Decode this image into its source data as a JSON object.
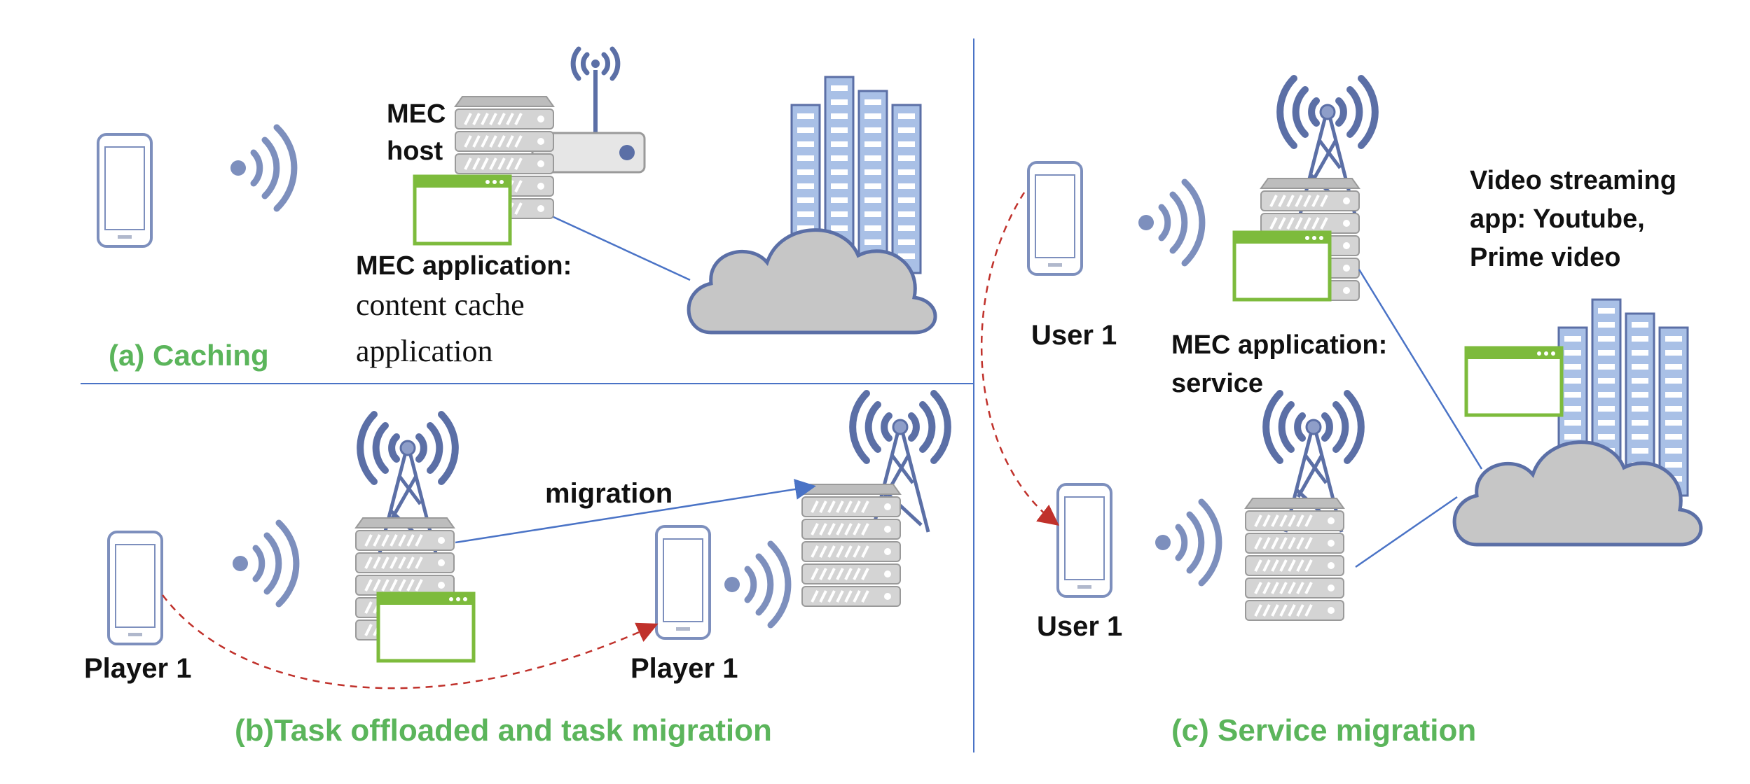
{
  "panel_a": {
    "caption": "(a) Caching",
    "mec_host_line1": "MEC",
    "mec_host_line2": "host",
    "app_title": "MEC application:",
    "app_desc_line1": "content cache",
    "app_desc_line2": "application"
  },
  "panel_b": {
    "caption": "(b)Task offloaded and task migration",
    "migration_label": "migration",
    "player_left": "Player 1",
    "player_right": "Player 1"
  },
  "panel_c": {
    "caption": "(c) Service migration",
    "user_top": "User 1",
    "user_bottom": "User 1",
    "app_title": "MEC application:",
    "app_desc": "service",
    "video_line1": "Video streaming",
    "video_line2": "app: Youtube,",
    "video_line3": "Prime video"
  },
  "colors": {
    "caption_green": "#5bb55b",
    "line_blue": "#4a73c6",
    "migration_red": "#c0312b",
    "server_gray": "#c9c9c9",
    "window_green": "#7dbb3c"
  }
}
